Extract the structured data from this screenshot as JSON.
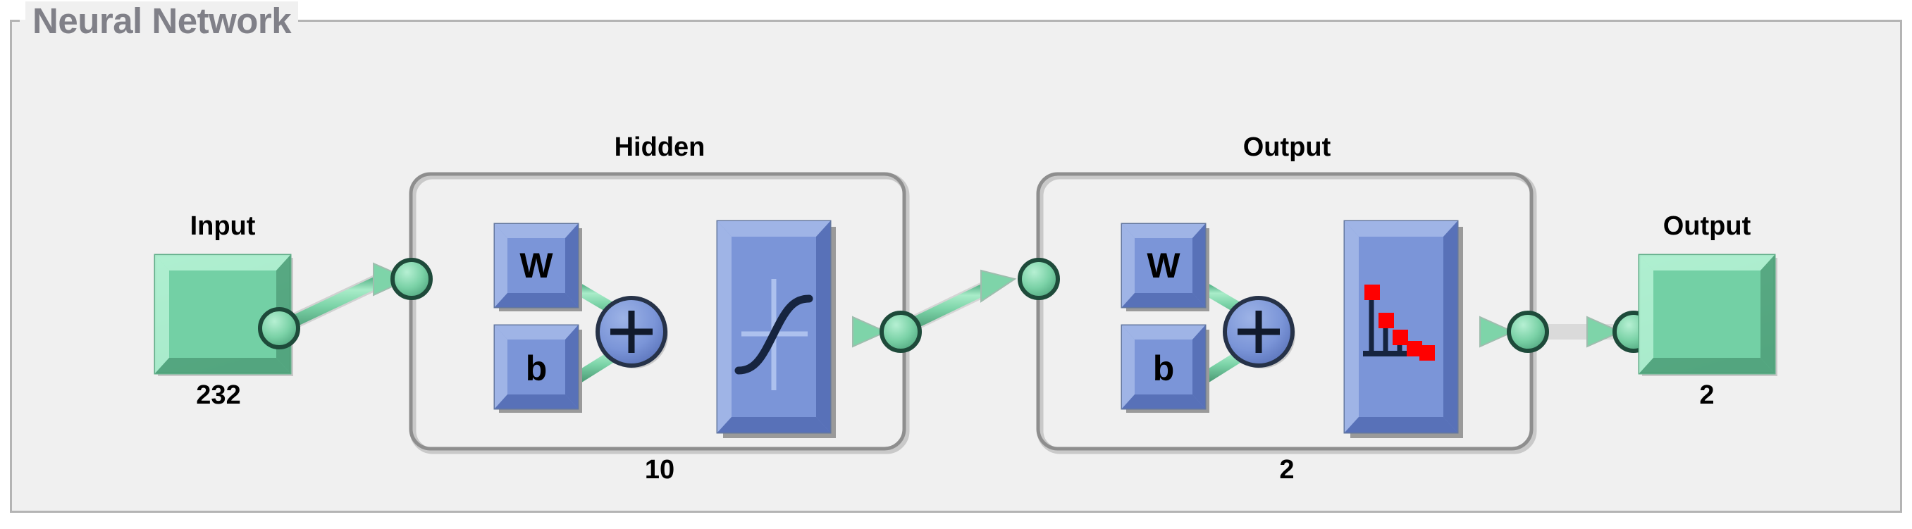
{
  "panel": {
    "title": "Neural Network",
    "title_color": "#808088",
    "background": "#f0f0f0",
    "border_color": "#b4b4b4"
  },
  "diagram": {
    "type": "neural-network-architecture",
    "colors": {
      "input_block": "#7fdcae",
      "input_block_dark": "#5fae88",
      "input_block_light": "#a8ecc8",
      "weight_block": "#7b95d8",
      "weight_block_dark": "#5f78bb",
      "weight_block_light": "#96abe2",
      "connector_line": "#79d3a8",
      "connector_node_border": "#1e4a3a",
      "layer_box_border": "#9a9a9a",
      "stem_marker": "#ff0000",
      "stem_line": "#16243f",
      "curve_line": "#16243f"
    },
    "input": {
      "label": "Input",
      "size": "232"
    },
    "hidden_layer": {
      "label": "Hidden",
      "size": "10",
      "weight_label": "W",
      "bias_label": "b",
      "sum_symbol": "+",
      "transfer_function": "tansig-sigmoid-curve"
    },
    "output_layer": {
      "label": "Output",
      "size": "2",
      "weight_label": "W",
      "bias_label": "b",
      "sum_symbol": "+",
      "transfer_function": "softmax-stem-plot"
    },
    "output": {
      "label": "Output",
      "size": "2"
    }
  }
}
